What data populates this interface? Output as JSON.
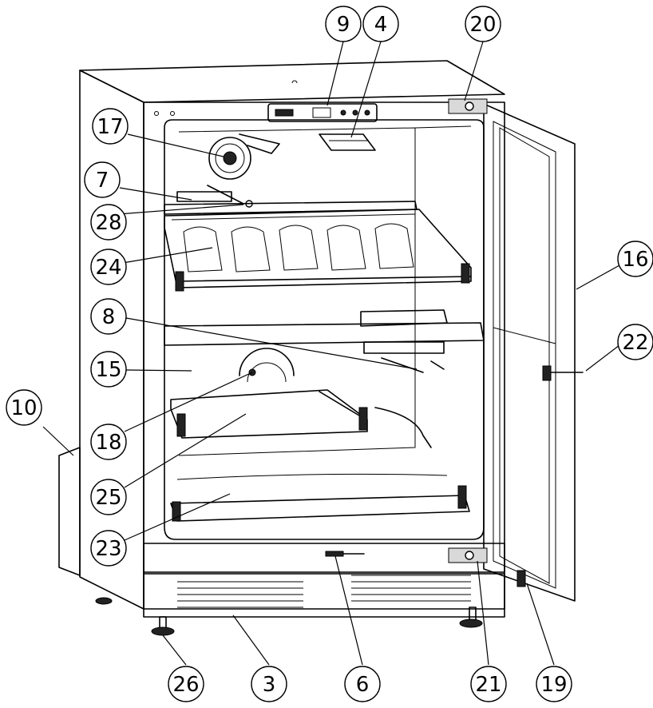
{
  "callouts": [
    {
      "id": "9",
      "label": "9"
    },
    {
      "id": "4",
      "label": "4"
    },
    {
      "id": "20",
      "label": "20"
    },
    {
      "id": "17",
      "label": "17"
    },
    {
      "id": "7",
      "label": "7"
    },
    {
      "id": "28",
      "label": "28"
    },
    {
      "id": "24",
      "label": "24"
    },
    {
      "id": "16",
      "label": "16"
    },
    {
      "id": "8",
      "label": "8"
    },
    {
      "id": "22",
      "label": "22"
    },
    {
      "id": "15",
      "label": "15"
    },
    {
      "id": "10",
      "label": "10"
    },
    {
      "id": "18",
      "label": "18"
    },
    {
      "id": "25",
      "label": "25"
    },
    {
      "id": "23",
      "label": "23"
    },
    {
      "id": "26",
      "label": "26"
    },
    {
      "id": "3",
      "label": "3"
    },
    {
      "id": "6",
      "label": "6"
    },
    {
      "id": "21",
      "label": "21"
    },
    {
      "id": "19",
      "label": "19"
    }
  ]
}
